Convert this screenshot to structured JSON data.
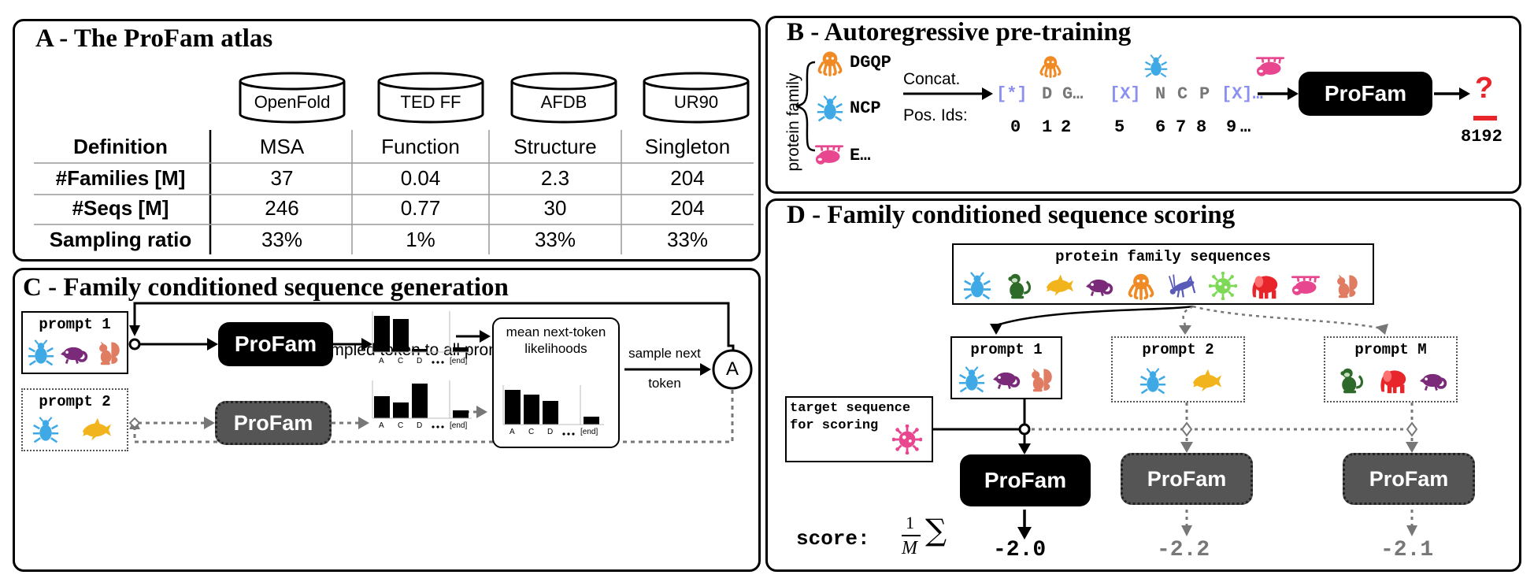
{
  "panel_a": {
    "title": "A - The ProFam atlas",
    "databases": [
      "OpenFold",
      "TED FF",
      "AFDB",
      "UR90"
    ],
    "row_headers": [
      "Definition",
      "#Families [M]",
      "#Seqs [M]",
      "Sampling ratio"
    ],
    "columns": [
      [
        "MSA",
        "37",
        "246",
        "33%"
      ],
      [
        "Function",
        "0.04",
        "0.77",
        "1%"
      ],
      [
        "Structure",
        "2.3",
        "30",
        "33%"
      ],
      [
        "Singleton",
        "204",
        "204",
        "33%"
      ]
    ]
  },
  "panel_b": {
    "title": "B - Autoregressive pre-training",
    "side_label": "protein family",
    "sequences": [
      "DGQP",
      "NCP",
      "E…"
    ],
    "concat_label": "Concat.",
    "pos_label": "Pos. Ids:",
    "tokens": [
      "[*]",
      "D",
      "G…",
      "[X]",
      "N",
      "C",
      "P",
      "[X]…"
    ],
    "pos_ids": [
      "0",
      "1",
      "2",
      "5",
      "6",
      "7",
      "8",
      "9",
      "…"
    ],
    "model": "ProFam",
    "question": "?",
    "max_len": "8192"
  },
  "panel_c": {
    "title": "C - Family conditioned sequence generation",
    "loop_label": "concatenate sampled token to all prompts and repeat",
    "prompt1": "prompt 1",
    "prompt2": "prompt 2",
    "model": "ProFam",
    "bar_labels": [
      "A",
      "C",
      "D",
      "[end]"
    ],
    "mean_label": "mean next-token likelihoods",
    "sample_label_1": "sample next",
    "sample_label_2": "token",
    "aggregate": "A"
  },
  "panel_d": {
    "title": "D - Family conditioned sequence scoring",
    "family_label": "protein family sequences",
    "prompts": [
      "prompt 1",
      "prompt 2",
      "prompt M"
    ],
    "target_label_1": "target sequence",
    "target_label_2": "for scoring",
    "model": "ProFam",
    "score_label": "score:",
    "frac_num": "1",
    "frac_den": "M",
    "sigma": "∑",
    "scores": [
      "-2.0",
      "-2.2",
      "-2.1"
    ]
  },
  "colors": {
    "bug": "#3fa9e6",
    "chameleon": "#7b2a7a",
    "squirrel": "#e07c62",
    "octopus": "#f08a24",
    "sloth": "#e8468f",
    "dolphin": "#f2b41c",
    "monkey": "#2e6b2a",
    "grasshopper": "#5a5ab8",
    "virus": "#7ed957",
    "elephant": "#e8252a",
    "question": "#e8252a",
    "token_blue": "#8a8ff0"
  }
}
